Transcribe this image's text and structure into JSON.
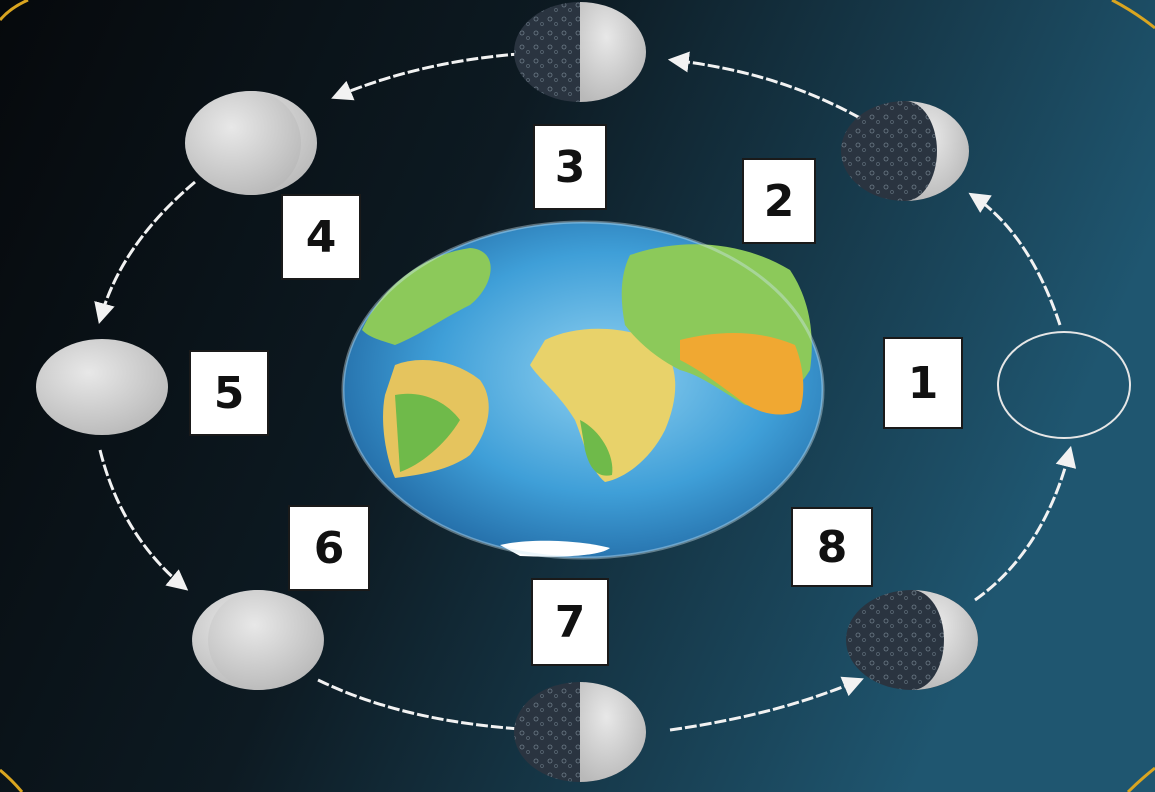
{
  "phase_labels": [
    "1",
    "2",
    "3",
    "4",
    "5",
    "6",
    "7",
    "8"
  ],
  "colors": {
    "space_dark": "#0b1116",
    "space_light": "#1f5670",
    "moon_light": "#d9d9d9",
    "moon_dark": "#2a3440",
    "arrow": "#f2f2f2",
    "corner_accent": "#d9a520",
    "ocean": "#2a86c8",
    "land_green": "#6fba4a",
    "land_yellow": "#e8d26a"
  },
  "icons": {
    "center": "earth-icon",
    "phases": [
      "new-moon-icon",
      "waxing-crescent-icon",
      "first-quarter-icon",
      "waxing-gibbous-icon",
      "full-moon-icon",
      "waning-gibbous-icon",
      "last-quarter-icon",
      "waning-crescent-icon"
    ]
  }
}
